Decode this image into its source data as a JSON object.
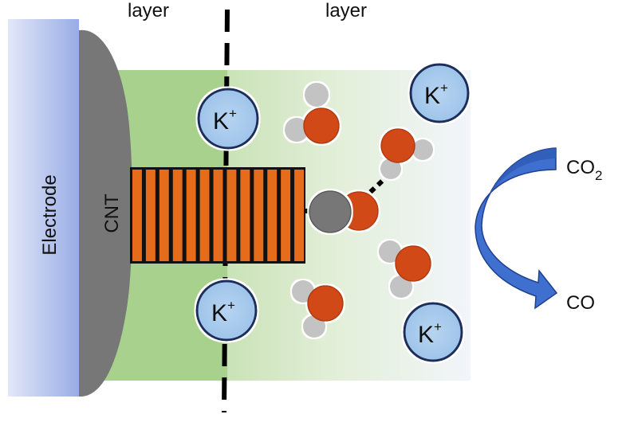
{
  "labels": {
    "left_layer": "layer",
    "right_layer": "layer",
    "electrode": "Electrode",
    "cnt": "CNT",
    "cation": "K",
    "cation_charge": "+",
    "reactant": "CO",
    "reactant_subscript": "2",
    "product": "CO"
  },
  "colors": {
    "electrode_light": "#dfe4f7",
    "electrode_dark": "#9db1e8",
    "cnt": "#7a7a7a",
    "inner_layer": "#a9d18e",
    "outer_layer_start": "#cfe6bf",
    "outer_layer_end": "#f3f6fb",
    "catalyst_bar": "#e46c1a",
    "oxygen": "#d14818",
    "hydrogen": "#c3c3c3",
    "carbon": "#777777",
    "cation_fill": "#a8cbec",
    "cation_stroke": "#1f2d5a",
    "arrow": "#3d6bc9"
  },
  "counts": {
    "catalyst_bars": 13
  }
}
